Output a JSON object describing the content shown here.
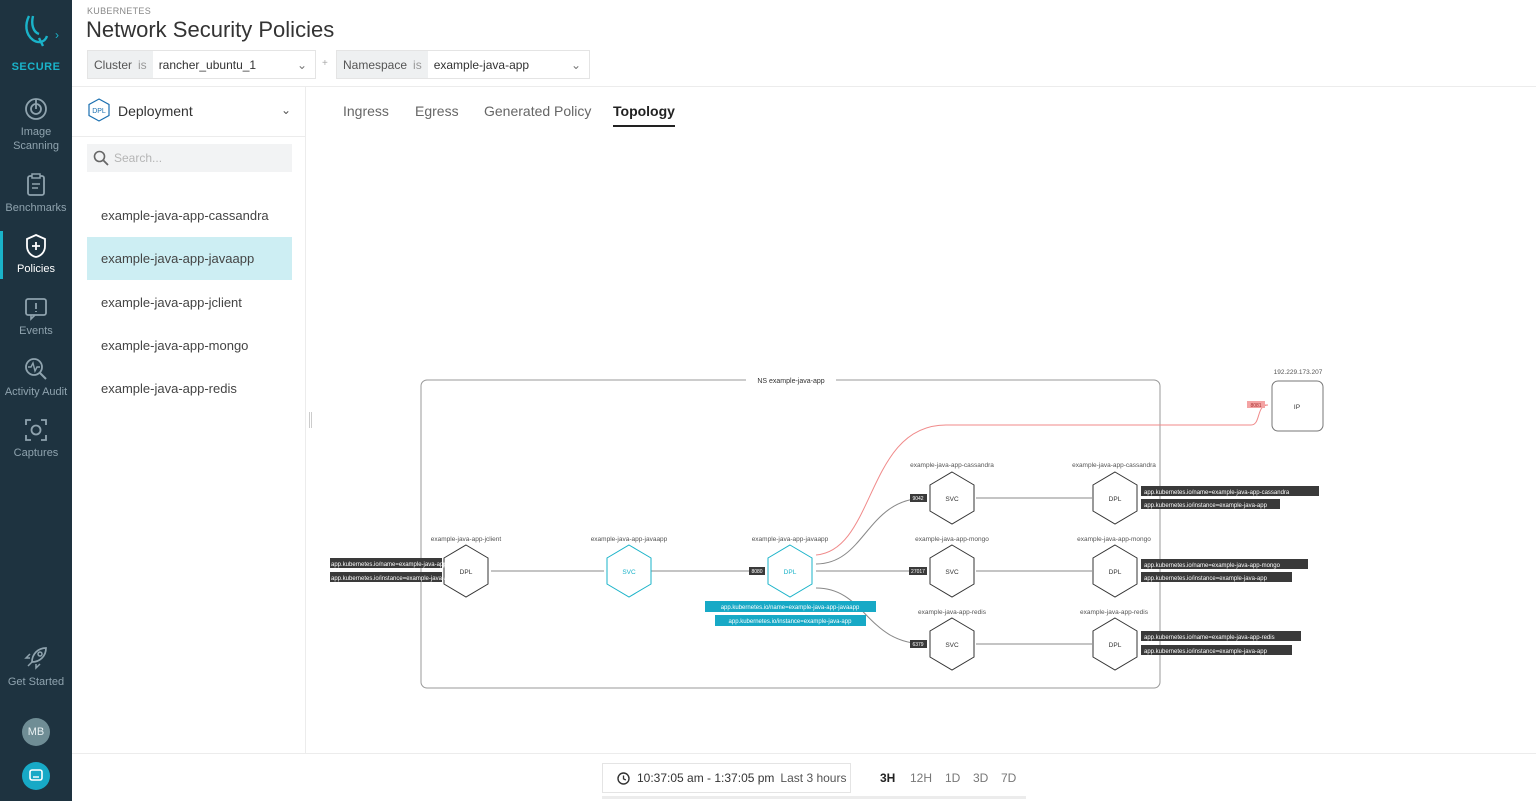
{
  "nav": {
    "brand": "SECURE",
    "items": [
      {
        "label1": "Image",
        "label2": "Scanning"
      },
      {
        "label1": "Benchmarks"
      },
      {
        "label1": "Policies"
      },
      {
        "label1": "Events"
      },
      {
        "label1": "Activity Audit"
      },
      {
        "label1": "Captures"
      }
    ],
    "get_started": "Get Started",
    "avatar": "MB"
  },
  "header": {
    "breadcrumb": "KUBERNETES",
    "title": "Network Security Policies",
    "filters": [
      {
        "key": "Cluster",
        "op": "is",
        "value": "rancher_ubuntu_1"
      },
      {
        "key": "Namespace",
        "op": "is",
        "value": "example-java-app"
      }
    ],
    "plus": "+"
  },
  "panel": {
    "badge": "DPL",
    "select_label": "Deployment",
    "search_placeholder": "Search...",
    "items": [
      "example-java-app-cassandra",
      "example-java-app-javaapp",
      "example-java-app-jclient",
      "example-java-app-mongo",
      "example-java-app-redis"
    ],
    "selected_index": 1
  },
  "tabs": [
    "Ingress",
    "Egress",
    "Generated Policy",
    "Topology"
  ],
  "active_tab": "Topology",
  "topology": {
    "namespace_label": "NS example-java-app",
    "external_ip": "192.229.173.207",
    "external_node": "IP",
    "external_port": "8081",
    "nodes": {
      "jclient": {
        "name": "example-java-app-jclient",
        "type": "DPL",
        "labels": [
          "app.kubernetes.io/name=example-java-app-jclient",
          "app.kubernetes.io/instance=example-java-app"
        ]
      },
      "javaapp_svc": {
        "name": "example-java-app-javaapp",
        "type": "SVC"
      },
      "javaapp": {
        "name": "example-java-app-javaapp",
        "type": "DPL",
        "port": "8080",
        "labels": [
          "app.kubernetes.io/name=example-java-app-javaapp",
          "app.kubernetes.io/instance=example-java-app"
        ]
      },
      "cassandra_svc": {
        "name": "example-java-app-cassandra",
        "type": "SVC",
        "port": "9042"
      },
      "cassandra": {
        "name": "example-java-app-cassandra",
        "type": "DPL",
        "labels": [
          "app.kubernetes.io/name=example-java-app-cassandra",
          "app.kubernetes.io/instance=example-java-app"
        ]
      },
      "mongo_svc": {
        "name": "example-java-app-mongo",
        "type": "SVC",
        "port": "27017"
      },
      "mongo": {
        "name": "example-java-app-mongo",
        "type": "DPL",
        "labels": [
          "app.kubernetes.io/name=example-java-app-mongo",
          "app.kubernetes.io/instance=example-java-app"
        ]
      },
      "redis_svc": {
        "name": "example-java-app-redis",
        "type": "SVC",
        "port": "6379"
      },
      "redis": {
        "name": "example-java-app-redis",
        "type": "DPL",
        "labels": [
          "app.kubernetes.io/name=example-java-app-redis",
          "app.kubernetes.io/instance=example-java-app"
        ]
      }
    }
  },
  "footer": {
    "time": "10:37:05 am - 1:37:05 pm",
    "range": "Last 3 hours",
    "ranges": [
      "3H",
      "12H",
      "1D",
      "3D",
      "7D"
    ],
    "active_range": "3H"
  },
  "colors": {
    "accent": "#1ab3c9",
    "nav_bg": "#1e3340",
    "selected_row": "#cdeef3",
    "egress_line": "#f08a8a",
    "label_bg": "#3a3a3a"
  }
}
